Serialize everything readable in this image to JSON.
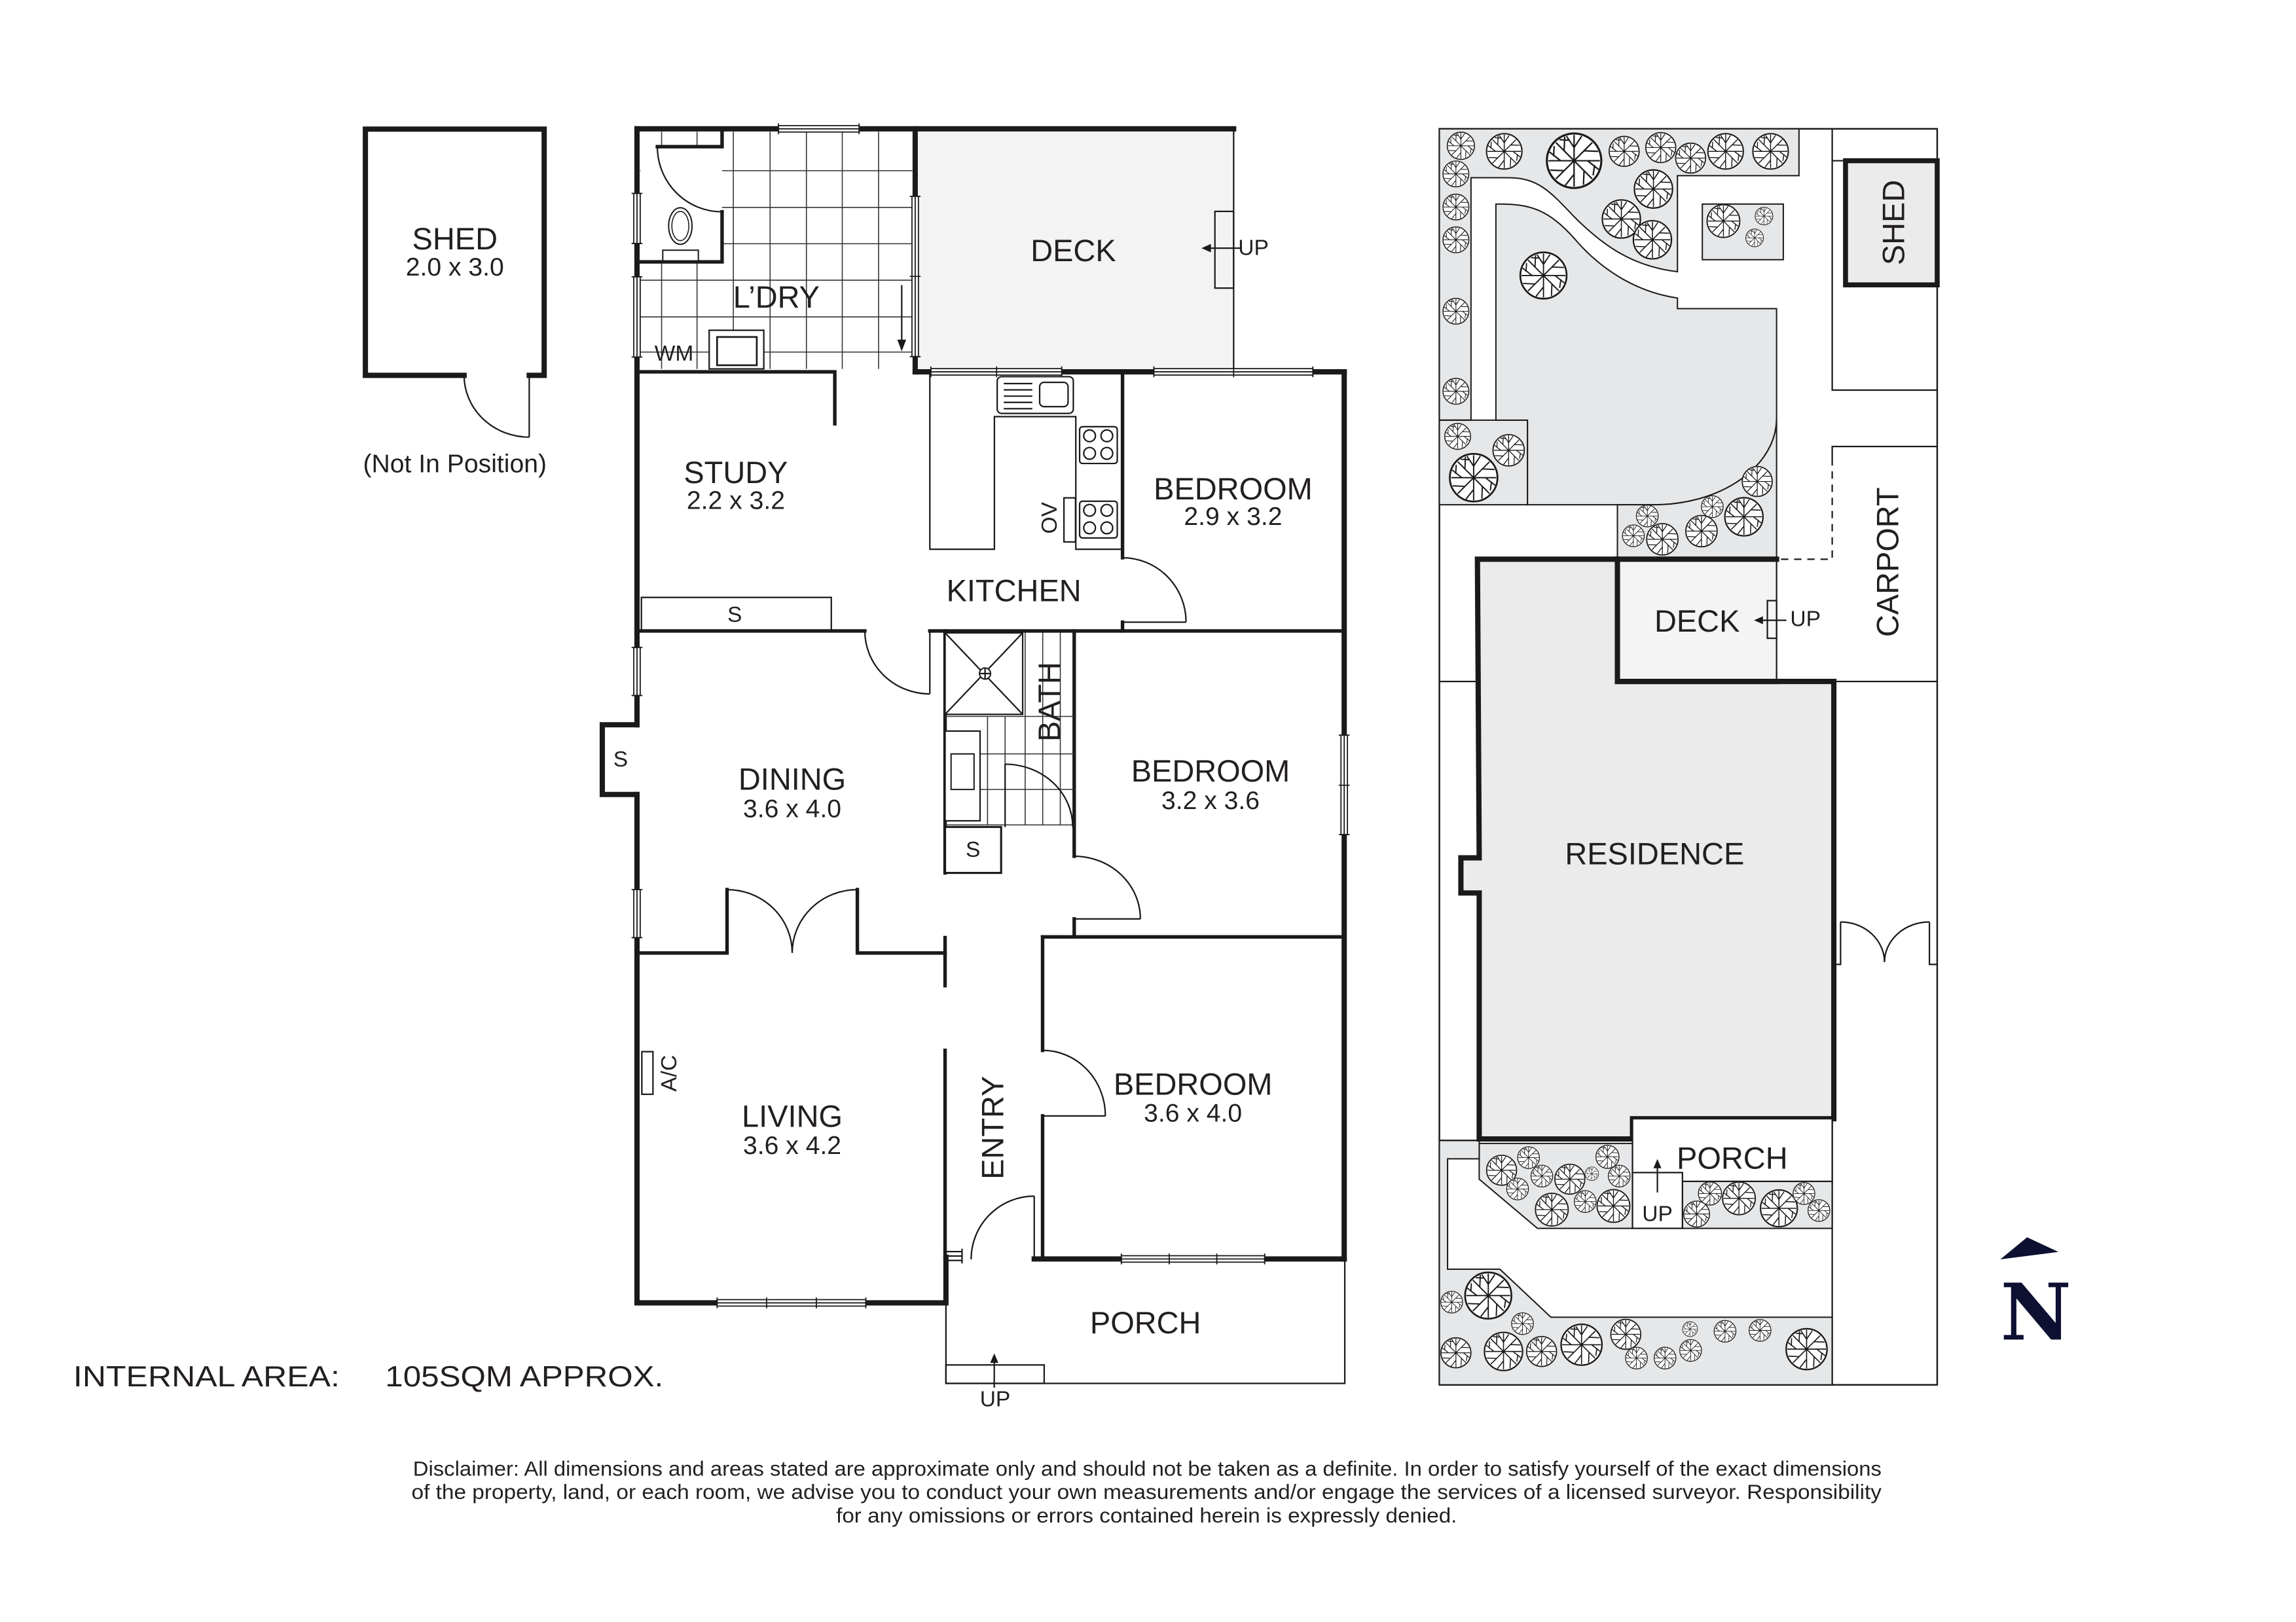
{
  "floor_plan": {
    "shed": {
      "label": "SHED",
      "dims": "2.0 x 3.0",
      "note": "(Not In Position)"
    },
    "laundry": {
      "label": "L’DRY",
      "washing_machine": "WM"
    },
    "deck": {
      "label": "DECK",
      "step": "UP"
    },
    "study": {
      "label": "STUDY",
      "dims": "2.2 x 3.2",
      "storage": "S"
    },
    "kitchen": {
      "label": "KITCHEN",
      "oven": "OV"
    },
    "bedroom_1": {
      "label": "BEDROOM",
      "dims": "2.9 x 3.2"
    },
    "dining": {
      "label": "DINING",
      "dims": "3.6 x 4.0",
      "storage": "S"
    },
    "bath": {
      "label": "BATH",
      "storage": "S"
    },
    "bedroom_2": {
      "label": "BEDROOM",
      "dims": "3.2 x 3.6"
    },
    "living": {
      "label": "LIVING",
      "dims": "3.6 x 4.2",
      "air_conditioner": "A/C"
    },
    "entry": {
      "label": "ENTRY"
    },
    "bedroom_3": {
      "label": "BEDROOM",
      "dims": "3.6 x 4.0"
    },
    "porch": {
      "label": "PORCH",
      "step": "UP"
    }
  },
  "site_plan": {
    "shed": "SHED",
    "carport": "CARPORT",
    "deck": "DECK",
    "deck_step": "UP",
    "residence": "RESIDENCE",
    "porch": "PORCH",
    "porch_step": "UP"
  },
  "summary": {
    "internal_area_label": "INTERNAL AREA:",
    "internal_area_value": "105SQM APPROX."
  },
  "north": {
    "label": "N"
  },
  "disclaimer": {
    "lines": [
      "Disclaimer: All dimensions and areas stated are approximate only and should not be taken as a definite. In order to satisfy yourself of the exact dimensions",
      "of the property, land, or each room, we advise you to conduct your own measurements and/or engage the services of a licensed surveyor. Responsibility",
      "for any omissions or errors contained herein is expressly denied."
    ]
  },
  "colors": {
    "wall": "#1a1a1a",
    "deck_fill": "#f3f3f3",
    "residence_fill": "#ebebeb",
    "garden_fill": "#e6e7e8",
    "north_arrow": "#0d1030",
    "text": "#231f20"
  }
}
